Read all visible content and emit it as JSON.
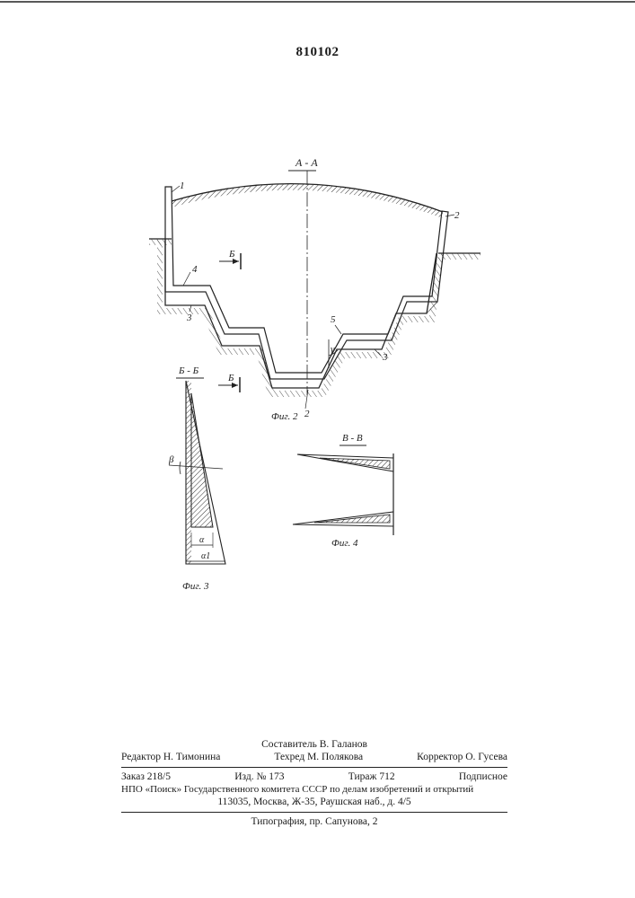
{
  "header": {
    "patent_number": "810102"
  },
  "figures": {
    "fig2": {
      "section_label": "А - А",
      "parts": {
        "p1": "1",
        "p2_right": "2",
        "p2_bottom": "2",
        "p3_left": "3",
        "p3_right": "3",
        "p4": "4",
        "p5": "5"
      },
      "section_mark_upper": "Б",
      "section_mark_lower": "Б",
      "angle": "γ",
      "caption": "Фиг. 2"
    },
    "fig3": {
      "section_label": "Б - Б",
      "beta": "β",
      "alpha": "α",
      "alpha1": "α1",
      "caption": "Фиг. 3"
    },
    "fig4": {
      "section_label": "В - В",
      "caption": "Фиг. 4"
    }
  },
  "imprint": {
    "compiler": "Составитель В. Галанов",
    "editor": "Редактор Н. Тимонина",
    "techred": "Техред М. Полякова",
    "corrector": "Корректор О. Гусева",
    "order": "Заказ 218/5",
    "edition": "Изд. № 173",
    "circulation": "Тираж 712",
    "subscription": "Подписное",
    "org_line": "НПО «Поиск» Государственного комитета СССР по делам изобретений и открытий",
    "address": "113035, Москва, Ж-35, Раушская наб., д. 4/5",
    "printer": "Типография, пр. Сапунова, 2"
  }
}
